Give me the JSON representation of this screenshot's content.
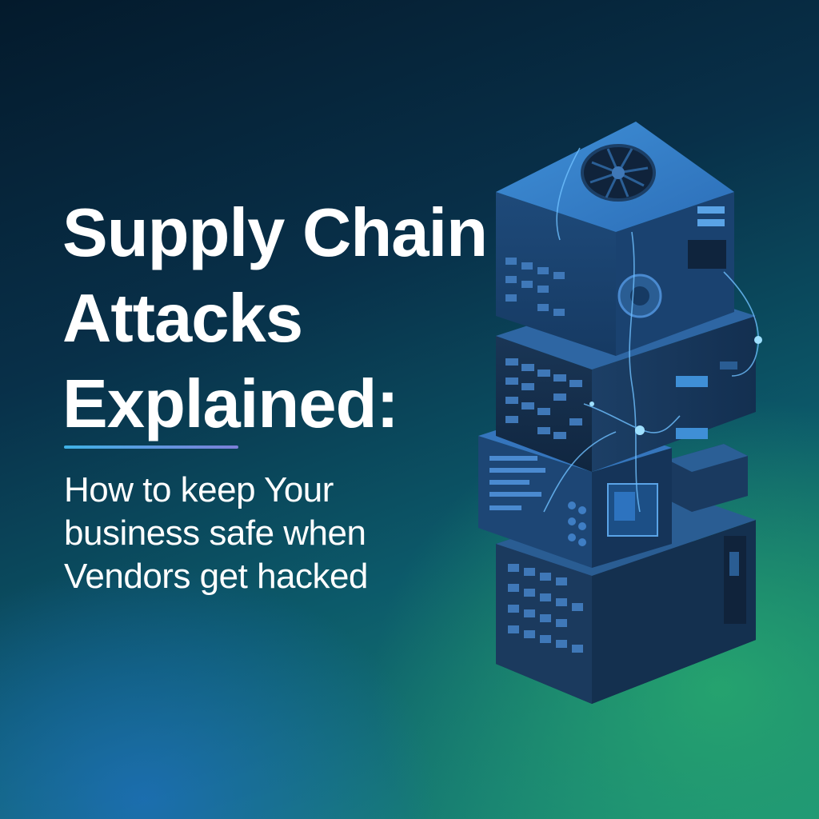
{
  "headline": {
    "line1": "Supply Chain",
    "line2": "Attacks",
    "line3": "Explained:"
  },
  "subtitle": {
    "line1": "How to keep Your",
    "line2": "business safe when",
    "line3": "Vendors get hacked"
  },
  "colors": {
    "background_dark": "#041a2c",
    "background_green": "#1c8f78",
    "accent_blue": "#3fb2e6",
    "accent_violet": "#7d7fd8",
    "text": "#ffffff"
  },
  "illustration": "stacked-server-boxes-icon"
}
